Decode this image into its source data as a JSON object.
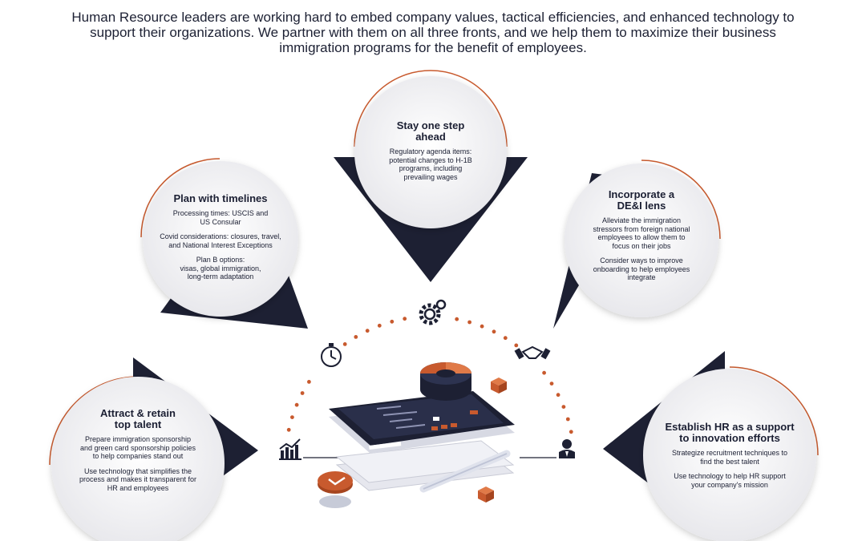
{
  "intro": {
    "line1": "Human Resource leaders are working hard to embed company values, tactical efficiencies, and enhanced technology to",
    "line2": "support their organizations. We partner with them on all three fronts, and we help them to maximize their business",
    "line3": "immigration programs for the benefit of employees."
  },
  "colors": {
    "navy": "#1d2033",
    "orange": "#c85a2e",
    "circle": "#f1f1f3"
  },
  "icons": [
    "gears-icon",
    "clock-icon",
    "handshake-icon",
    "growth-chart-icon",
    "person-icon",
    "smartphone-illustration"
  ],
  "cards": {
    "timelines": {
      "title": "Plan with timelines",
      "p1": [
        "Processing times: USCIS and",
        "US Consular"
      ],
      "p2": [
        "Covid considerations: closures, travel,",
        "and National Interest Exceptions"
      ],
      "p3": [
        "Plan B options:",
        "visas, global immigration,",
        "long-term adaptation"
      ]
    },
    "ahead": {
      "title": [
        "Stay one step",
        "ahead"
      ],
      "p1": [
        "Regulatory agenda items:",
        "potential changes to H-1B",
        "programs, including",
        "prevailing wages"
      ]
    },
    "dei": {
      "title": [
        "Incorporate a",
        "DE&I lens"
      ],
      "p1": [
        "Alleviate the immigration",
        "stressors from foreign national",
        "employees to allow them to",
        "focus on their jobs"
      ],
      "p2": [
        "Consider ways to improve",
        "onboarding to help employees",
        "integrate"
      ]
    },
    "talent": {
      "title": [
        "Attract & retain",
        "top talent"
      ],
      "p1": [
        "Prepare immigration sponsorship",
        "and green card sponsorship policies",
        "to help companies stand out"
      ],
      "p2": [
        "Use technology that simplifies the",
        "process and makes it transparent for",
        "HR and employees"
      ]
    },
    "support": {
      "title": [
        "Establish HR as a support",
        "to innovation efforts"
      ],
      "p1": [
        "Strategize recruitment techniques to",
        "find the best talent"
      ],
      "p2": [
        "Use technology to help HR support",
        "your company's mission"
      ]
    }
  }
}
